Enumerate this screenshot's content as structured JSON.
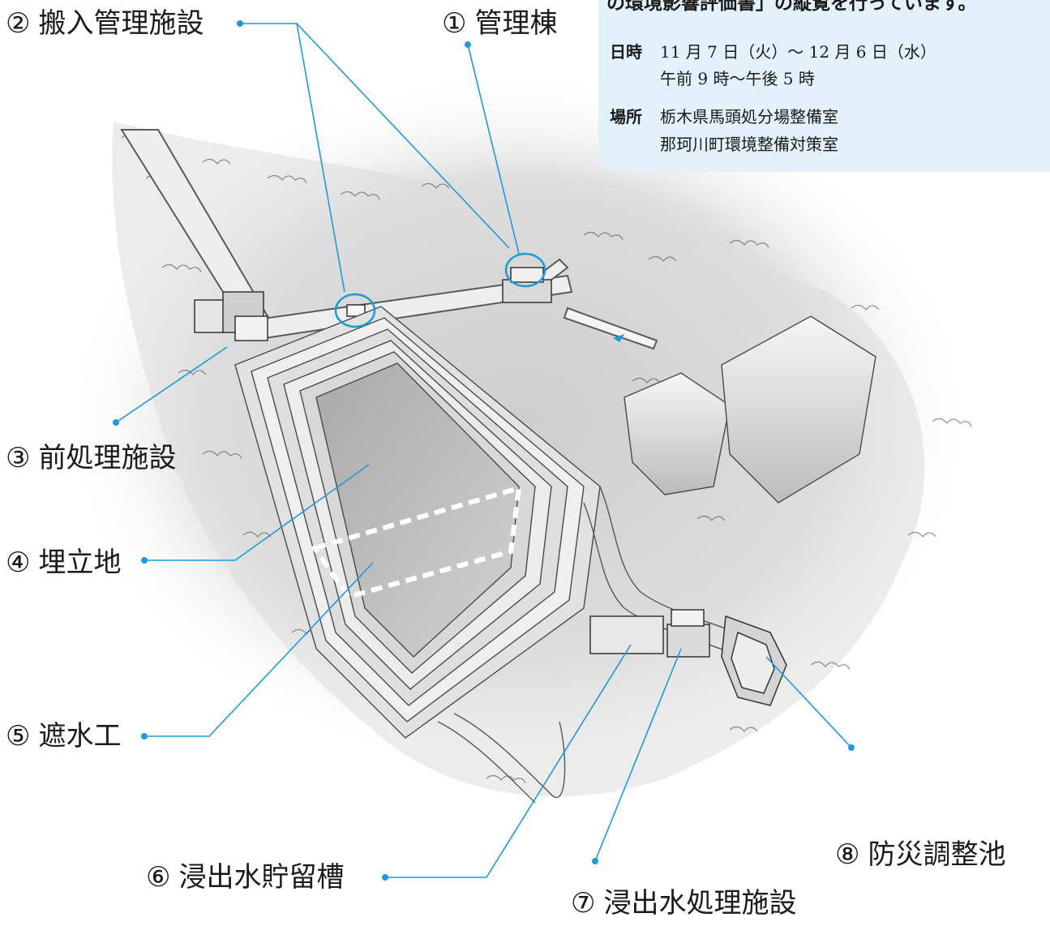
{
  "callouts": [
    {
      "id": "c1",
      "num": "①",
      "label": "管理棟"
    },
    {
      "id": "c2",
      "num": "②",
      "label": "搬入管理施設"
    },
    {
      "id": "c3",
      "num": "③",
      "label": "前処理施設"
    },
    {
      "id": "c4",
      "num": "④",
      "label": "埋立地"
    },
    {
      "id": "c5",
      "num": "⑤",
      "label": "遮水工"
    },
    {
      "id": "c6",
      "num": "⑥",
      "label": "浸出水貯留槽"
    },
    {
      "id": "c7",
      "num": "⑦",
      "label": "浸出水処理施設"
    },
    {
      "id": "c8",
      "num": "⑧",
      "label": "防災調整池"
    }
  ],
  "info": {
    "title": "の環境影響評価書」の縦覧を行っています。",
    "date_label": "日時",
    "date_line1": "11 月 7 日（火）～ 12 月 6 日（水）",
    "date_line2": "午前 9 時～午後 5 時",
    "place_label": "場所",
    "place_line1": "栃木県馬頭処分場整備室",
    "place_line2": "那珂川町環境整備対策室"
  },
  "colors": {
    "leader": "#1f9ad6",
    "info_bg": "#e3f1fb",
    "dash": "#ffffff"
  }
}
